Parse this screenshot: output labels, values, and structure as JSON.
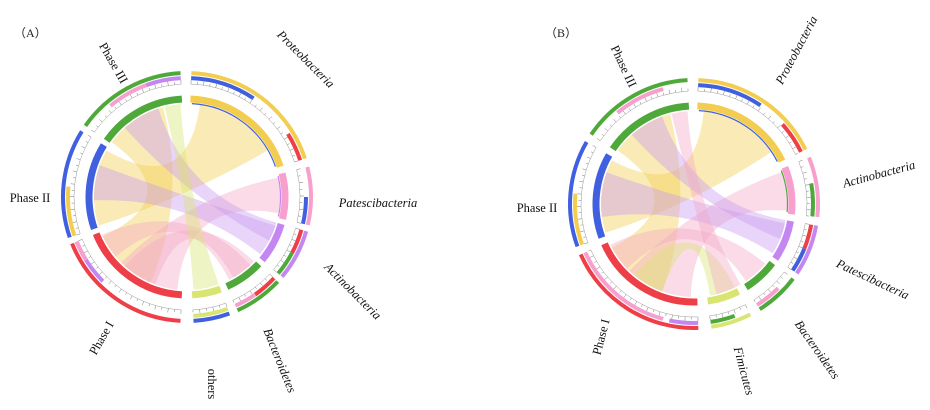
{
  "colors": {
    "green": "#4ea93a",
    "blue": "#4060e0",
    "red": "#ee3f49",
    "yellow": "#f3cd4f",
    "pink": "#f7a0cd",
    "purple": "#c487f2",
    "lime": "#d8e572",
    "ribbon_phase3": "#f3cd4f",
    "ribbon_phase2": "#f4a9c6",
    "ribbon_phase1": "#c99cf0"
  },
  "panels": [
    {
      "label": "（A）",
      "groups": [
        {
          "name": "Proteobacteria",
          "italic": true
        },
        {
          "name": "Patescibacteria",
          "italic": true
        },
        {
          "name": "Actinobacteria",
          "italic": true
        },
        {
          "name": "Bacteroidetes",
          "italic": true
        },
        {
          "name": "others",
          "italic": false
        },
        {
          "name": "Phase I",
          "italic": false
        },
        {
          "name": "Phase II",
          "italic": false
        },
        {
          "name": "Phase III",
          "italic": false
        }
      ]
    },
    {
      "label": "（B）",
      "groups": [
        {
          "name": "Proteobacteria",
          "italic": true
        },
        {
          "name": "Actinobacteria",
          "italic": true
        },
        {
          "name": "Patescibacteria",
          "italic": true
        },
        {
          "name": "Bacteroidetes",
          "italic": true
        },
        {
          "name": "Fimicutes",
          "italic": true
        },
        {
          "name": "Phase I",
          "italic": false
        },
        {
          "name": "Phase II",
          "italic": false
        },
        {
          "name": "Phase III",
          "italic": false
        }
      ]
    }
  ]
}
